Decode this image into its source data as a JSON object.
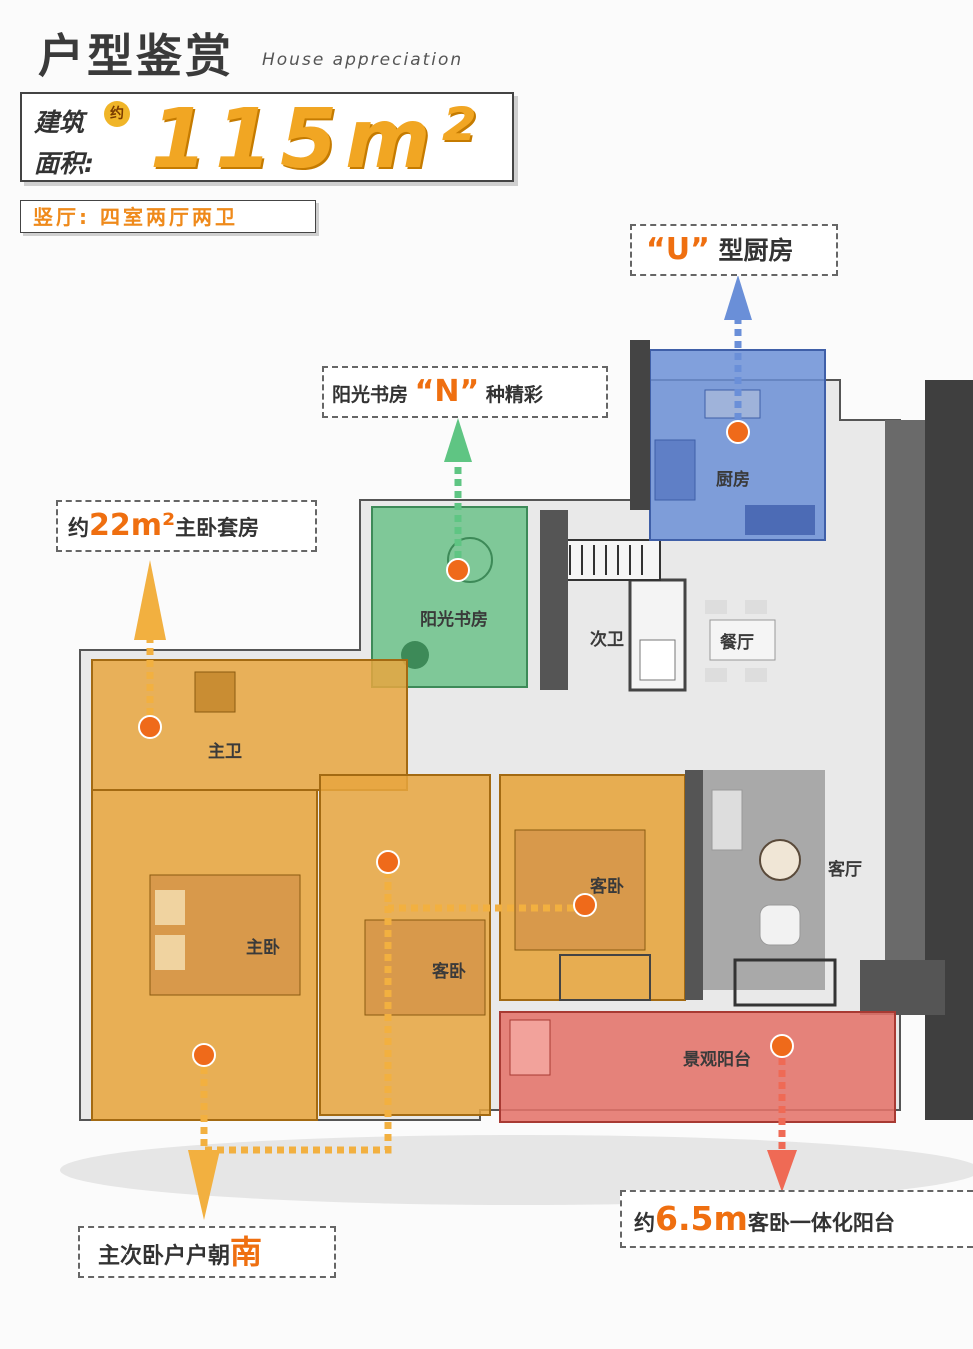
{
  "header": {
    "title": "户型鉴赏",
    "subtitle": "House appreciation"
  },
  "area_card": {
    "label_line1": "建筑",
    "label_line2": "面积:",
    "approx_badge": "约",
    "value": "115m²",
    "layout": "竖厅: 四室两厅两卫"
  },
  "callouts": {
    "kitchen": {
      "quote": "“U”",
      "text": "型厨房"
    },
    "study": {
      "prefix": "阳光书房",
      "quote": "“N”",
      "suffix": "种精彩"
    },
    "master": {
      "prefix": "约",
      "value": "22m²",
      "suffix": "主卧套房"
    },
    "south": {
      "text": "主次卧户户朝",
      "highlight": "南"
    },
    "balcony": {
      "prefix": "约",
      "value": "6.5m",
      "suffix": "客卧一体化阳台"
    }
  },
  "rooms": {
    "kitchen": "厨房",
    "study": "阳光书房",
    "second_bath": "次卫",
    "dining": "餐厅",
    "master_bath": "主卫",
    "master_bed": "主卧",
    "guest_bed_1": "客卧",
    "guest_bed_2": "客卧",
    "living": "客厅",
    "balcony": "景观阳台"
  },
  "colors": {
    "accent_orange": "#ef8a1b",
    "kitchen_blue": "#5b7fd0",
    "study_green": "#5fbf7c",
    "bedroom_orange": "#e8a53a",
    "balcony_red": "#e36a60"
  }
}
